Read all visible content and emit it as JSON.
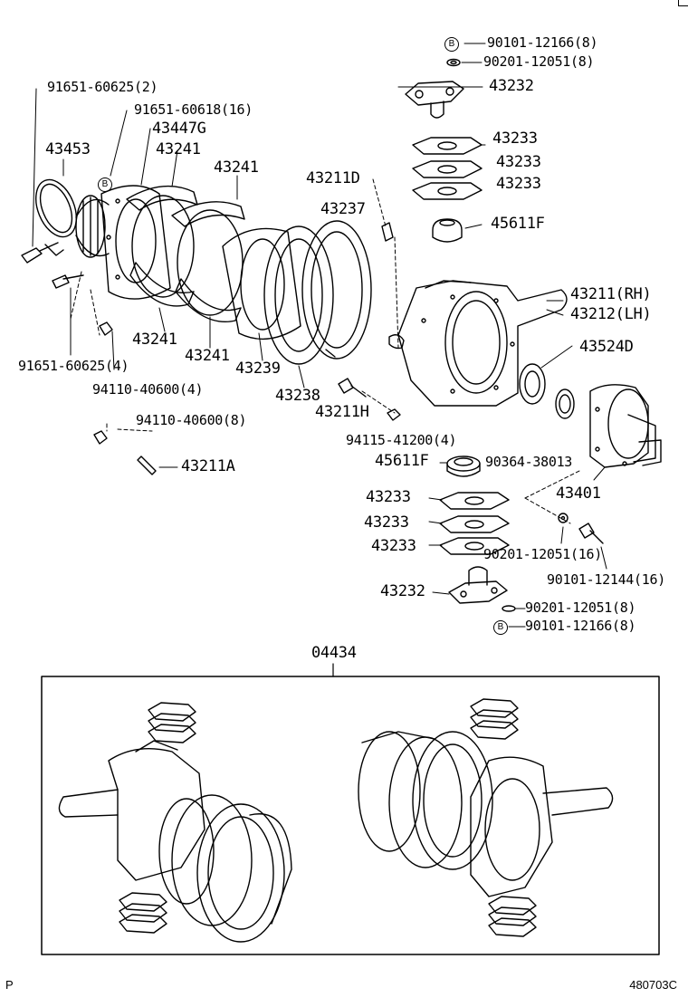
{
  "parts": {
    "p_90101_12166_top": "90101-12166(8)",
    "p_90201_12051_top": "90201-12051(8)",
    "p_43232_top": "43232",
    "p_43233_a": "43233",
    "p_43233_b": "43233",
    "p_43233_c": "43233",
    "p_45611f_top": "45611F",
    "p_91651_60625_2": "91651-60625(2)",
    "p_91651_60618": "91651-60618(16)",
    "p_43447g": "43447G",
    "p_43453": "43453",
    "p_43241_a": "43241",
    "p_43241_b": "43241",
    "p_43211d": "43211D",
    "p_43237": "43237",
    "p_43211_rh": "43211(RH)",
    "p_43212_lh": "43212(LH)",
    "p_43524d": "43524D",
    "p_43241_c": "43241",
    "p_43241_d": "43241",
    "p_43239": "43239",
    "p_91651_60625_4": "91651-60625(4)",
    "p_94110_40600_4": "94110-40600(4)",
    "p_43238": "43238",
    "p_43211h": "43211H",
    "p_94115_41200": "94115-41200(4)",
    "p_94110_40600_8": "94110-40600(8)",
    "p_45611f_mid": "45611F",
    "p_90364_38013": "90364-38013",
    "p_43401": "43401",
    "p_43211a": "43211A",
    "p_43233_d": "43233",
    "p_43233_e": "43233",
    "p_43233_f": "43233",
    "p_90201_12051_16": "90201-12051(16)",
    "p_90101_12144": "90101-12144(16)",
    "p_43232_bottom": "43232",
    "p_90201_12051_bot": "90201-12051(8)",
    "p_90101_12166_bot": "90101-12166(8)",
    "kit_04434": "04434"
  },
  "marks": {
    "b_symbol": "B"
  },
  "footer": {
    "left": "P",
    "right": "480703C"
  },
  "colors": {
    "ink": "#000000",
    "paper": "#ffffff"
  }
}
